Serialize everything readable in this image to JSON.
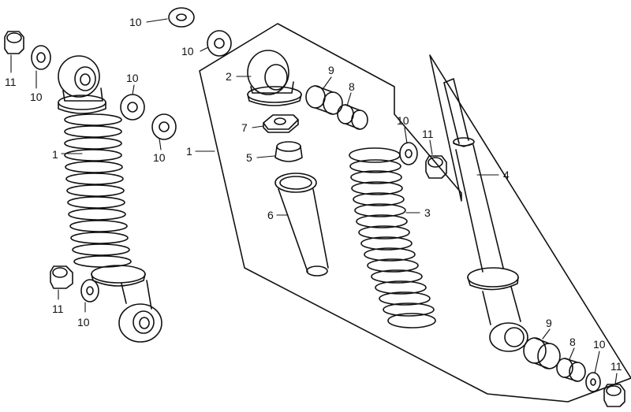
{
  "diagram": {
    "kind": "exploded parts diagram",
    "line_color": "#111111",
    "background": "#ffffff",
    "callouts": [
      {
        "id": "c10a",
        "text": "10"
      },
      {
        "id": "c10b",
        "text": "10"
      },
      {
        "id": "c11a",
        "text": "11"
      },
      {
        "id": "c10c",
        "text": "10"
      },
      {
        "id": "c10d",
        "text": "10"
      },
      {
        "id": "c10e",
        "text": "10"
      },
      {
        "id": "c1a",
        "text": "1"
      },
      {
        "id": "c11b",
        "text": "11"
      },
      {
        "id": "c10f",
        "text": "10"
      },
      {
        "id": "c2",
        "text": "2"
      },
      {
        "id": "c9a",
        "text": "9"
      },
      {
        "id": "c8a",
        "text": "8"
      },
      {
        "id": "c7",
        "text": "7"
      },
      {
        "id": "c1b",
        "text": "1"
      },
      {
        "id": "c5",
        "text": "5"
      },
      {
        "id": "c6",
        "text": "6"
      },
      {
        "id": "c3",
        "text": "3"
      },
      {
        "id": "c10g",
        "text": "10"
      },
      {
        "id": "c11c",
        "text": "11"
      },
      {
        "id": "c4",
        "text": "4"
      },
      {
        "id": "c9b",
        "text": "9"
      },
      {
        "id": "c8b",
        "text": "8"
      },
      {
        "id": "c10h",
        "text": "10"
      },
      {
        "id": "c11d",
        "text": "11"
      }
    ]
  }
}
